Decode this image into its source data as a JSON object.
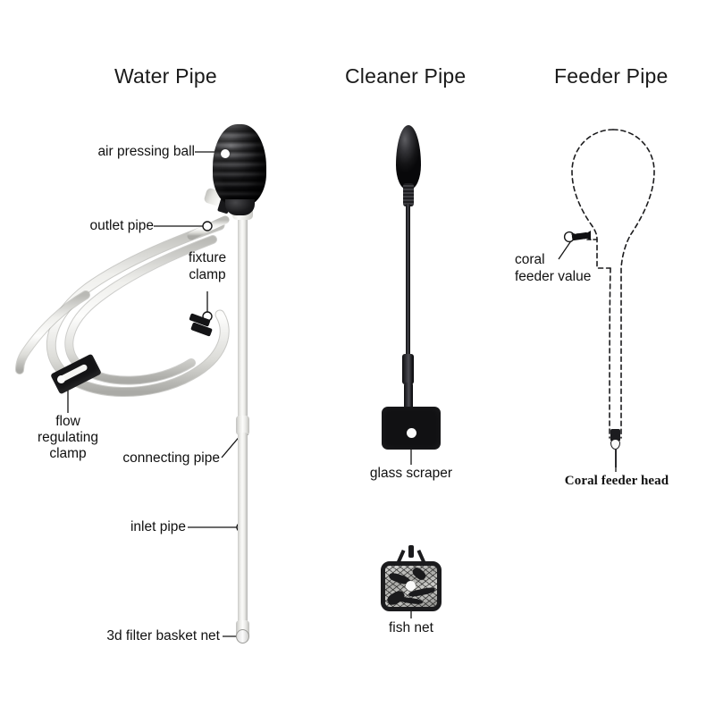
{
  "page": {
    "background_color": "#ffffff",
    "ink_color": "#111111"
  },
  "columns": [
    {
      "id": "water",
      "title": "Water Pipe"
    },
    {
      "id": "cleaner",
      "title": "Cleaner Pipe"
    },
    {
      "id": "feeder",
      "title": "Feeder Pipe"
    }
  ],
  "water_pipe": {
    "title": "Water Pipe",
    "labels": {
      "air_pressing_ball": "air pressing ball",
      "outlet_pipe": "outlet pipe",
      "fixture_clamp_line1": "fixture",
      "fixture_clamp_line2": "clamp",
      "flow_clamp_line1": "flow",
      "flow_clamp_line2": "regulating",
      "flow_clamp_line3": "clamp",
      "connecting_pipe": "connecting pipe",
      "inlet_pipe": "inlet pipe",
      "filter_basket": "3d filter basket net"
    }
  },
  "cleaner_pipe": {
    "title": "Cleaner Pipe",
    "labels": {
      "glass_scraper": "glass scraper",
      "fish_net": "fish net"
    }
  },
  "feeder_pipe": {
    "title": "Feeder Pipe",
    "labels": {
      "coral_feeder_value_line1": "coral",
      "coral_feeder_value_line2": "feeder value",
      "coral_feeder_head": "Coral feeder head"
    }
  }
}
